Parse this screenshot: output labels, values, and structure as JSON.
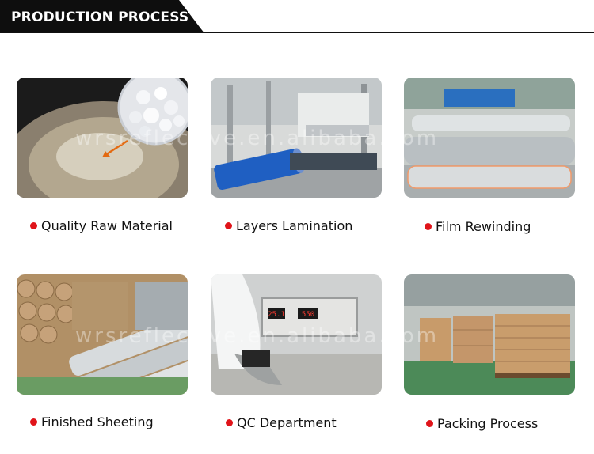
{
  "header": {
    "title": "PRODUCTION PROCESS"
  },
  "steps": [
    {
      "label": "Quality Raw Material"
    },
    {
      "label": "Layers Lamination"
    },
    {
      "label": "Film Rewinding"
    },
    {
      "label": "Finished Sheeting"
    },
    {
      "label": "QC  Department"
    },
    {
      "label": "Packing Process"
    }
  ],
  "displays": {
    "left": "25.1",
    "right": "550"
  },
  "watermark": "wrsreflective.en.alibaba.com",
  "colors": {
    "header_bg": "#0e0e0e",
    "bullet": "#e0141a",
    "roller_blue": "#1f5fc2"
  }
}
